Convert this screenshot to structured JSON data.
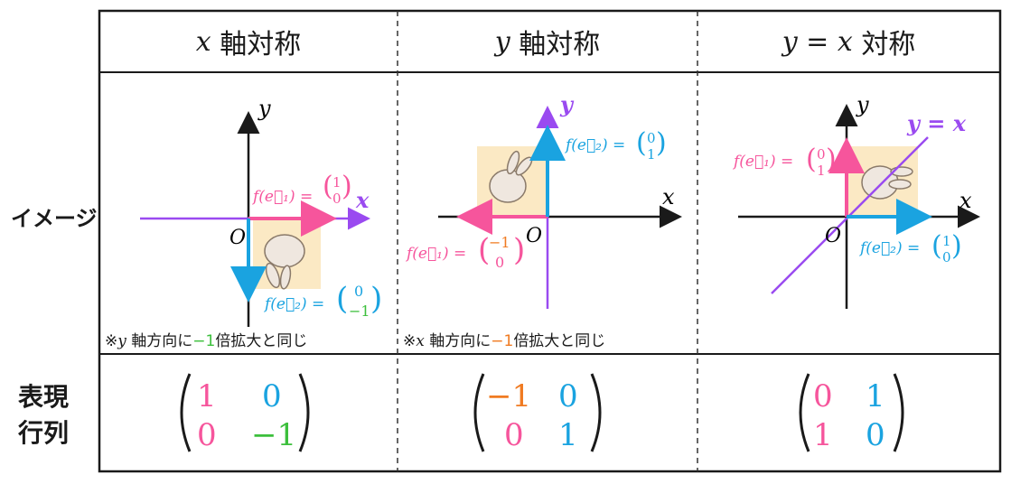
{
  "colors": {
    "pink": "#f6559c",
    "blue": "#1aa3e0",
    "purple": "#9a4af0",
    "orange": "#f07b22",
    "green": "#3cbf3c",
    "tile": "#fbe9c4"
  },
  "headers": [
    {
      "var": "x",
      "text": "軸対称"
    },
    {
      "var": "y",
      "text": "軸対称"
    },
    {
      "var": "y = x",
      "text": "対称"
    }
  ],
  "row_labels": {
    "image": "イメージ",
    "matrix_line1": "表現",
    "matrix_line2": "行列"
  },
  "axis_labels": {
    "x": "x",
    "y": "y",
    "origin": "O",
    "diagonal": "y = x"
  },
  "vector_labels": {
    "f_e1": "f(e⃗₁) =",
    "f_e2": "f(e⃗₂) ="
  },
  "panels": [
    {
      "e1_vec": [
        "1",
        "0"
      ],
      "e2_vec": [
        "0",
        "−1"
      ],
      "note": {
        "pre": "※",
        "var": "y",
        "mid": " 軸方向に",
        "num": "−1",
        "post": "倍拡大と同じ"
      }
    },
    {
      "e1_vec": [
        "−1",
        "0"
      ],
      "e2_vec": [
        "0",
        "1"
      ],
      "note": {
        "pre": "※",
        "var": "x",
        "mid": " 軸方向に",
        "num": "−1",
        "post": "倍拡大と同じ"
      }
    },
    {
      "e1_vec": [
        "0",
        "1"
      ],
      "e2_vec": [
        "1",
        "0"
      ]
    }
  ],
  "matrices": [
    {
      "a": "1",
      "b": "0",
      "c": "0",
      "d": "−1"
    },
    {
      "a": "−1",
      "b": "0",
      "c": "0",
      "d": "1"
    },
    {
      "a": "0",
      "b": "1",
      "c": "1",
      "d": "0"
    }
  ]
}
